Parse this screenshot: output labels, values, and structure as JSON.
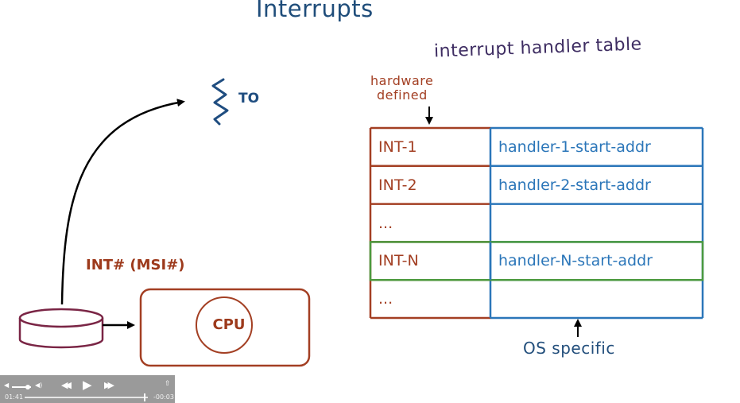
{
  "slide": {
    "title": "Interrupts",
    "table_caption": "interrupt handler table",
    "hardware_label_line1": "hardware",
    "hardware_label_line2": "defined",
    "os_label": "OS specific",
    "thread_label": "TO",
    "interrupt_label": "INT# (MSI#)",
    "cpu_label": "CPU",
    "colors": {
      "hardware": "#a33f23",
      "os": "#2b76b9",
      "highlight_row": "#4c9a3f",
      "title": "#1f4d7a"
    },
    "table": {
      "rows": [
        {
          "int": "INT-1",
          "handler": "handler-1-start-addr",
          "highlighted": false
        },
        {
          "int": "INT-2",
          "handler": "handler-2-start-addr",
          "highlighted": false
        },
        {
          "int": "...",
          "handler": "",
          "highlighted": false
        },
        {
          "int": "INT-N",
          "handler": "handler-N-start-addr",
          "highlighted": true
        },
        {
          "int": "...",
          "handler": "",
          "highlighted": false
        }
      ]
    }
  },
  "player": {
    "current_time": "01:41",
    "remaining_time": "-00:03",
    "progress": 0.97,
    "volume": 0.85,
    "icons": {
      "volume_low": "volume-low-icon",
      "volume_high": "volume-high-icon",
      "rewind": "rewind-icon",
      "play": "play-icon",
      "forward": "fast-forward-icon",
      "share": "share-icon"
    }
  }
}
